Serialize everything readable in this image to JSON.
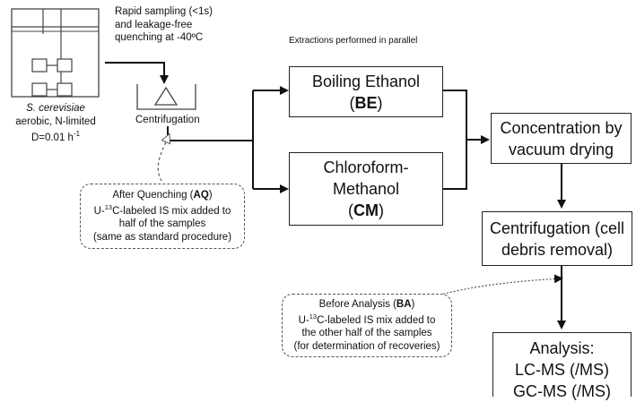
{
  "sampling": {
    "line1": "Rapid sampling (<1s)",
    "line2": "and leakage-free",
    "line3": "quenching at -40ºC"
  },
  "parallel_note": "Extractions performed in parallel",
  "organism": {
    "name": "S. cerevisiae",
    "conditions": "aerobic, N-limited",
    "dilution_prefix": "D=0.01 h",
    "dilution_exp": "-1"
  },
  "centrifugation_label": "Centrifugation",
  "boiling_ethanol": {
    "line1": "Boiling Ethanol",
    "open": "(",
    "abbr": "BE",
    "close": ")"
  },
  "chloroform_methanol": {
    "line1": "Chloroform-",
    "line2": "Methanol",
    "open": "(",
    "abbr": "CM",
    "close": ")"
  },
  "concentration": {
    "line1": "Concentration by",
    "line2": "vacuum drying"
  },
  "centrifugation_cell": {
    "line1": "Centrifugation (cell",
    "line2": "debris removal)"
  },
  "analysis": {
    "line1": "Analysis:",
    "line2": "LC-MS (/MS)",
    "line3": "GC-MS (/MS)"
  },
  "after_quenching": {
    "title_prefix": "After Quenching (",
    "abbr": "AQ",
    "title_suffix": ")",
    "label_prefix": "U-",
    "label_sup": "13",
    "label_suffix": "C-labeled IS mix added to",
    "line3": "half of the samples",
    "line4": "(same as standard procedure)"
  },
  "before_analysis": {
    "title_prefix": "Before Analysis (",
    "abbr": "BA",
    "title_suffix": ")",
    "label_prefix": "U-",
    "label_sup": "13",
    "label_suffix": "C-labeled IS mix added to",
    "line3": "the other half of the samples",
    "line4": "(for determination of recoveries)"
  }
}
